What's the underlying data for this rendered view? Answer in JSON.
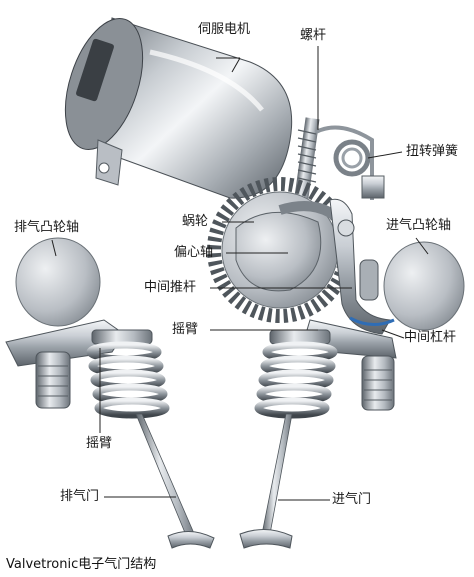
{
  "labels": {
    "servo_motor": "伺服电机",
    "screw_rod": "螺杆",
    "torsion_spring": "扭转弹簧",
    "worm_gear": "蜗轮",
    "eccentric_shaft": "偏心轴",
    "exhaust_camshaft": "排气凸轮轴",
    "intake_camshaft": "进气凸轮轴",
    "intermediate_pushrod": "中间推杆",
    "rocker_arm_center": "摇臂",
    "intermediate_lever": "中间杠杆",
    "rocker_arm_left": "摇臂",
    "exhaust_valve": "排气门",
    "intake_valve": "进气门"
  },
  "caption": "Valvetronic电子气门结构"
}
